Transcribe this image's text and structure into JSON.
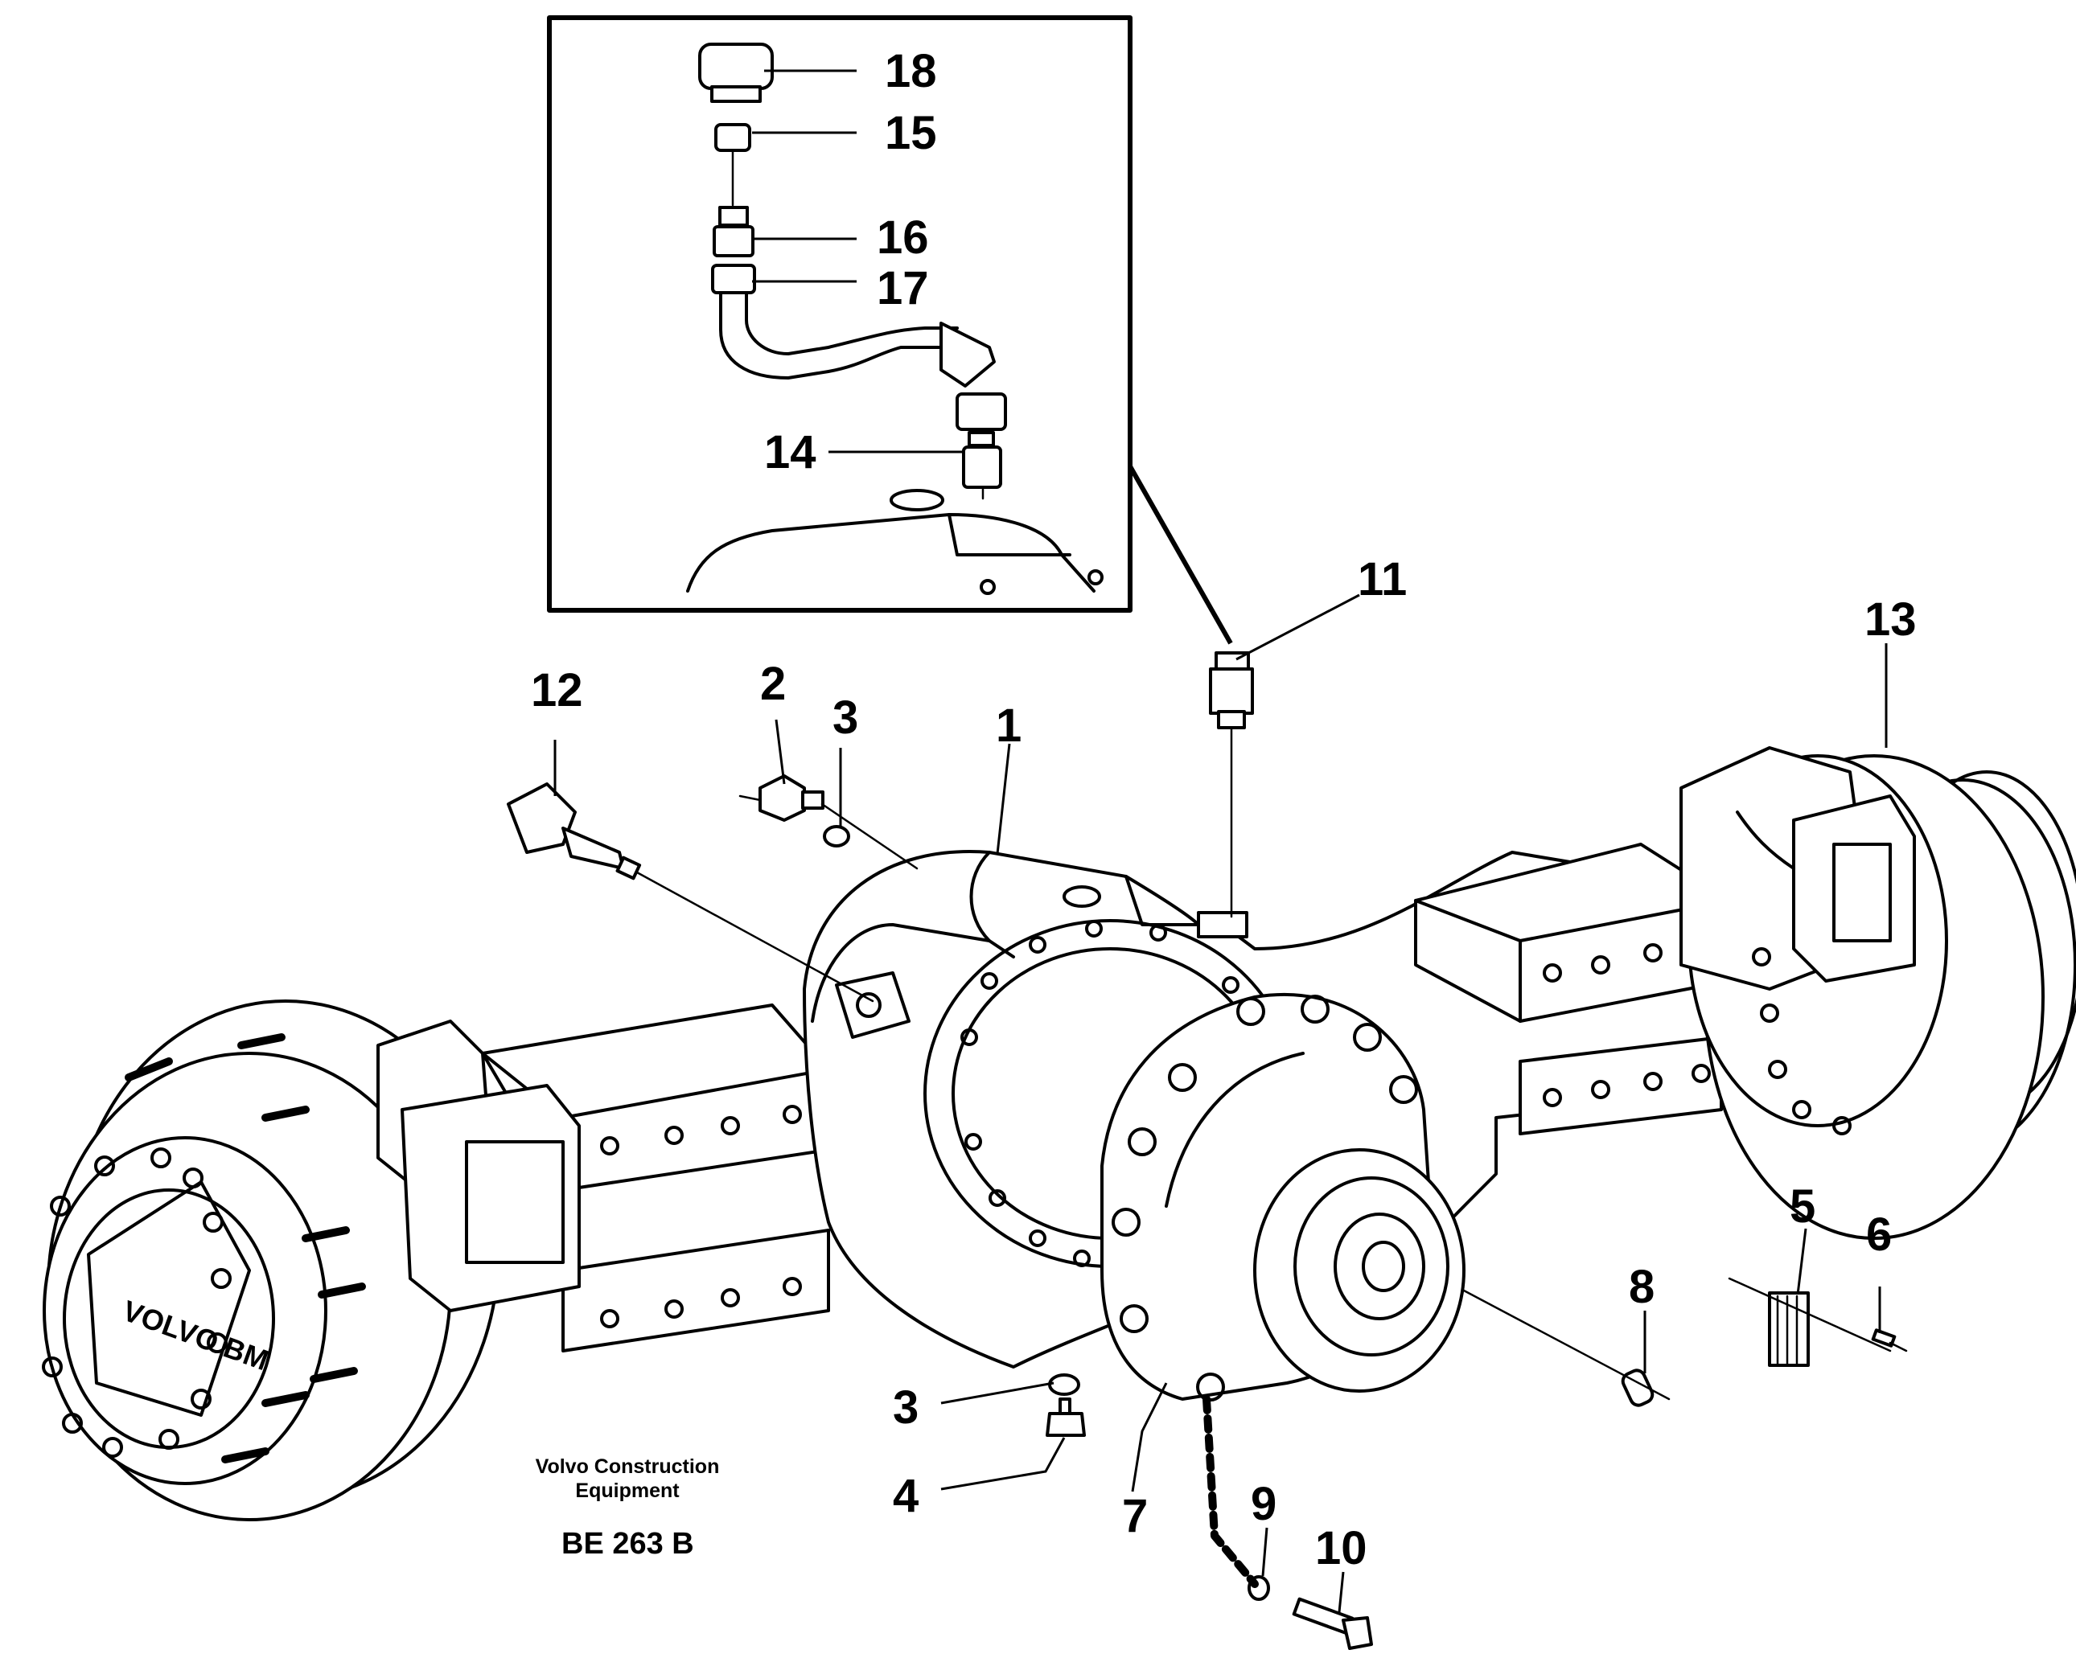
{
  "colors": {
    "ink": "#000000",
    "paper": "#ffffff"
  },
  "callouts": {
    "c1": "1",
    "c2": "2",
    "c3a": "3",
    "c3b": "3",
    "c4": "4",
    "c5": "5",
    "c6": "6",
    "c7": "7",
    "c8": "8",
    "c9": "9",
    "c10": "10",
    "c11": "11",
    "c12": "12",
    "c13": "13",
    "c14": "14",
    "c15": "15",
    "c16": "16",
    "c17": "17",
    "c18": "18"
  },
  "credit": {
    "line1": "Volvo Construction",
    "line2": "Equipment",
    "code": "BE 263 B"
  },
  "hub_cap_brand": "VOLVO BM"
}
